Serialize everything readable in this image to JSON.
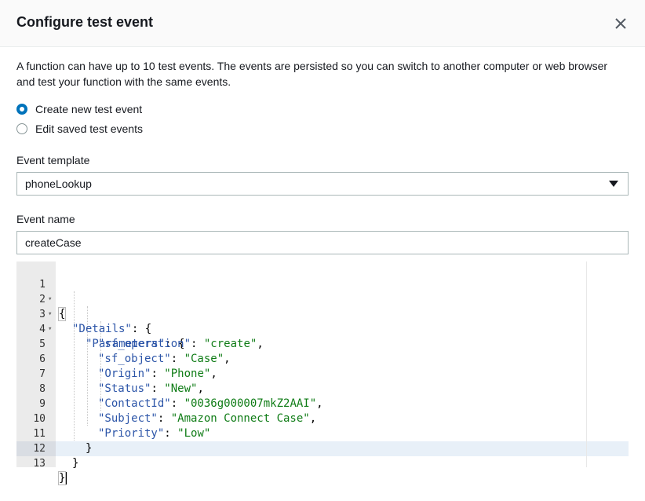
{
  "dialog": {
    "title": "Configure test event",
    "description": "A function can have up to 10 test events. The events are persisted so you can switch to another computer or web browser and test your function with the same events."
  },
  "mode": {
    "options": [
      {
        "label": "Create new test event",
        "selected": true
      },
      {
        "label": "Edit saved test events",
        "selected": false
      }
    ]
  },
  "template": {
    "label": "Event template",
    "value": "phoneLookup"
  },
  "event_name": {
    "label": "Event name",
    "value": "createCase"
  },
  "editor": {
    "lines": [
      {
        "n": "1",
        "text": "{"
      },
      {
        "n": "2",
        "key": "\"Details\"",
        "rest": ": {"
      },
      {
        "n": "3",
        "key": "\"Parameters\"",
        "rest": ": {"
      },
      {
        "n": "4",
        "key": "\"sf_operation\"",
        "sep": ": ",
        "val": "\"create\"",
        "end": ","
      },
      {
        "n": "5",
        "key": "\"sf_object\"",
        "sep": ": ",
        "val": "\"Case\"",
        "end": ","
      },
      {
        "n": "6",
        "key": "\"Origin\"",
        "sep": ": ",
        "val": "\"Phone\"",
        "end": ","
      },
      {
        "n": "7",
        "key": "\"Status\"",
        "sep": ": ",
        "val": "\"New\"",
        "end": ","
      },
      {
        "n": "8",
        "key": "\"ContactId\"",
        "sep": ": ",
        "val": "\"0036g000007mkZ2AAI\"",
        "end": ","
      },
      {
        "n": "9",
        "key": "\"Subject\"",
        "sep": ": ",
        "val": "\"Amazon Connect Case\"",
        "end": ","
      },
      {
        "n": "10",
        "key": "\"Priority\"",
        "sep": ": ",
        "val": "\"Low\"",
        "end": ""
      },
      {
        "n": "11",
        "text": "}"
      },
      {
        "n": "12",
        "text": "}"
      },
      {
        "n": "13",
        "text": "}"
      }
    ]
  },
  "colors": {
    "accent": "#0073bb",
    "json_key": "#2c55a8",
    "json_string": "#0f7c16"
  }
}
